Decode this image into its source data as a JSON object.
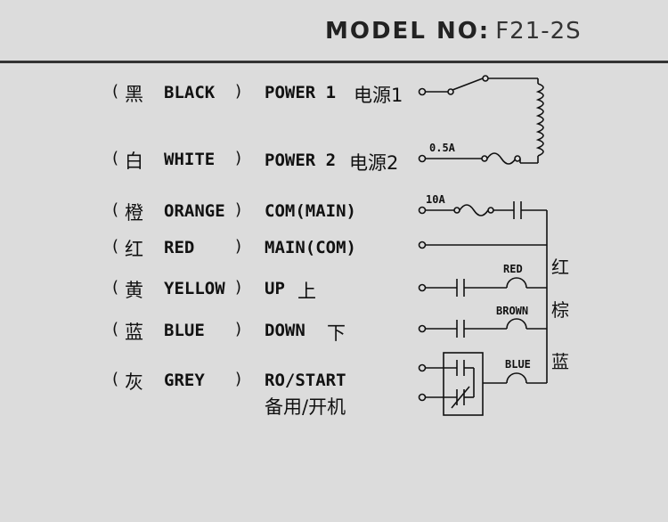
{
  "header": {
    "model_label": "MODEL NO:",
    "model_value": "F21-2S"
  },
  "rows": [
    {
      "open": "(",
      "cn": "黑",
      "color": "BLACK",
      "close": ")",
      "function": "POWER 1",
      "function_cn": "电源1"
    },
    {
      "open": "(",
      "cn": "白",
      "color": "WHITE",
      "close": ")",
      "function": "POWER 2",
      "function_cn": "电源2"
    },
    {
      "open": "(",
      "cn": "橙",
      "color": "ORANGE",
      "close": ")",
      "function": "COM(MAIN)",
      "function_cn": ""
    },
    {
      "open": "(",
      "cn": "红",
      "color": "RED",
      "close": ")",
      "function": "MAIN(COM)",
      "function_cn": ""
    },
    {
      "open": "(",
      "cn": "黄",
      "color": "YELLOW",
      "close": ")",
      "function": "UP",
      "function_cn": "上"
    },
    {
      "open": "(",
      "cn": "蓝",
      "color": "BLUE",
      "close": ")",
      "function": "DOWN",
      "function_cn": "下"
    },
    {
      "open": "(",
      "cn": "灰",
      "color": "GREY",
      "close": ")",
      "function": "RO/START",
      "function_cn": "备用/开机"
    }
  ],
  "diagram": {
    "fuse_power_label": "0.5A",
    "fuse_main_label": "10A",
    "coil_labels": [
      "RED",
      "BROWN",
      "BLUE"
    ],
    "side_labels": [
      "红",
      "棕",
      "蓝"
    ]
  }
}
